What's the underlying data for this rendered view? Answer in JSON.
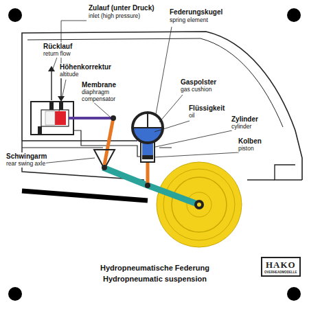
{
  "diagram": {
    "title": "Hydropneumatische Federung",
    "caption": "Hydropneumatic suspension",
    "nodes": [
      {
        "text": [
          "HAKO",
          "OVERHEADMODELLE"
        ]
      }
    ],
    "labels": [
      "Zulauf (unter Druck)",
      "inlet (high pressure)",
      "Federungskugel",
      "spring element",
      "Rücklauf",
      "return flow",
      "Höhenkorrektur",
      "altitude",
      "Membrane",
      "diaphragm compensator",
      "Gaspolster",
      "gas cushion",
      "Flüssigkeit",
      "oil",
      "Zylinder",
      "cylinder",
      "Kolben",
      "piston",
      "Schwingarm",
      "rear swing axle"
    ]
  }
}
